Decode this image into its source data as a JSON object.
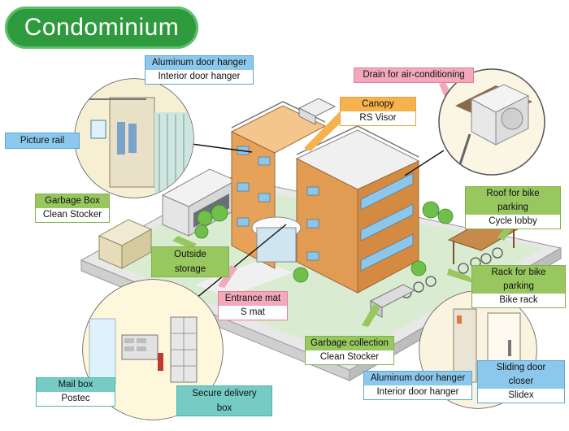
{
  "title": "Condominium",
  "labels": {
    "aluminum_top": {
      "heading": "Aluminum door hanger",
      "product": "Interior door hanger"
    },
    "drain": {
      "heading": "Drain for air-conditioning"
    },
    "canopy": {
      "heading": "Canopy",
      "product": "RS Visor"
    },
    "garbage_box": {
      "heading": "Garbage Box",
      "product": "Clean Stocker"
    },
    "roof_bike": {
      "heading": "Roof for bike parking",
      "product": "Cycle lobby"
    },
    "rack_bike": {
      "heading": "Rack for bike parking",
      "product": "Bike rack"
    },
    "entrance_mat": {
      "heading": "Entrance mat",
      "product": "S mat"
    },
    "garbage_coll": {
      "heading": "Garbage collection",
      "product": "Clean Stocker"
    },
    "mail_box": {
      "heading": "Mail box",
      "product": "Postec"
    },
    "aluminum_bottom": {
      "heading": "Aluminum door hanger",
      "product": "Interior door hanger"
    },
    "sliding_closer": {
      "heading": "Sliding door closer",
      "product": "Slidex"
    }
  },
  "tags": {
    "picture_rail": "Picture rail",
    "outside_storage": "Outside storage",
    "secure_delivery": "Secure delivery box"
  },
  "colors": {
    "title": "#2f9a3d",
    "blue": "#8cc8ec",
    "green": "#98c760",
    "orange": "#f5b24e",
    "pink": "#f2a9bb",
    "teal": "#76cbc4",
    "building": "#e7a25a",
    "ground": "#d9ecd2"
  }
}
